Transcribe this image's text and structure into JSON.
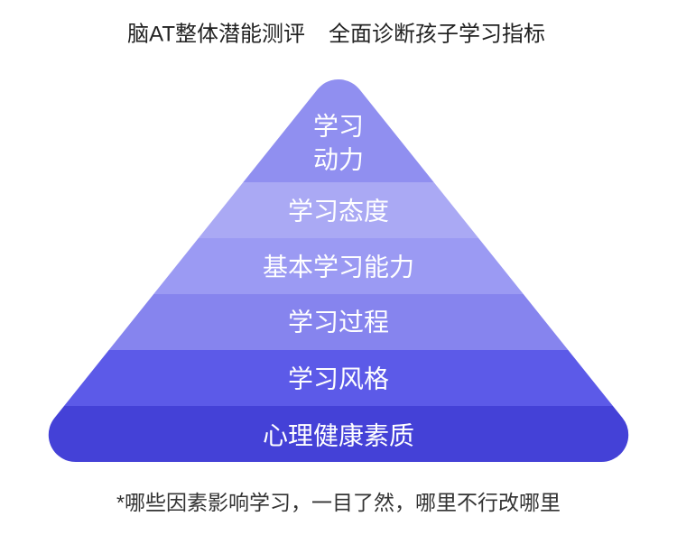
{
  "title": {
    "left": "脑AT整体潜能测评",
    "right": "全面诊断孩子学习指标"
  },
  "pyramid": {
    "layers": [
      {
        "lines": [
          "学习",
          "动力"
        ],
        "color": "#908ff0"
      },
      {
        "label": "学习态度",
        "color": "#aaa9f4"
      },
      {
        "label": "基本学习能力",
        "color": "#9b9af3"
      },
      {
        "label": "学习过程",
        "color": "#8684ee"
      },
      {
        "label": "学习风格",
        "color": "#5c5ae8"
      },
      {
        "label": "心理健康素质",
        "color": "#4441d7"
      }
    ]
  },
  "caption": "*哪些因素影响学习，一目了然，哪里不行改哪里",
  "colors": {
    "background": "#ffffff",
    "title": "#222222",
    "caption": "#333333",
    "label": "#ffffff"
  }
}
